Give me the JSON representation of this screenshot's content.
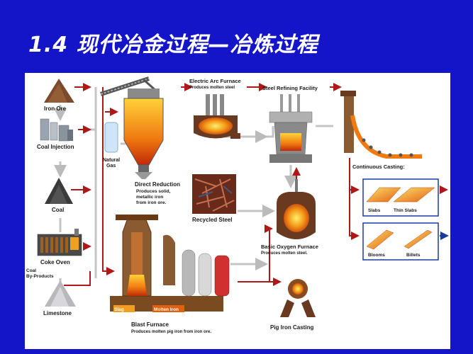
{
  "title": "1.4 现代冶金过程—冶炼过程",
  "labels": {
    "iron_ore": "Iron Ore",
    "coal_injection": "Coal Injection",
    "natural_gas_1": "Natural",
    "natural_gas_2": "Gas",
    "coal": "Coal",
    "coke_oven": "Coke Oven",
    "coal_byproducts_1": "Coal",
    "coal_byproducts_2": "By-Products",
    "limestone": "Limestone",
    "eaf_title": "Electric Arc Furnace",
    "eaf_sub": "Produces molten steel",
    "refining": "Steel Refining Facility",
    "direct_reduction": "Direct Reduction",
    "dr_sub_1": "Produces solid,",
    "dr_sub_2": "metallic iron",
    "dr_sub_3": "from iron ore.",
    "recycled_steel": "Recycled Steel",
    "bof_title": "Basic Oxygen Furnace",
    "bof_sub": "Produces molten steel.",
    "continuous_casting": "Continuous Casting:",
    "slabs": "Slabs",
    "thin_slabs": "Thin Slabs",
    "blooms": "Blooms",
    "billets": "Billets",
    "slag": "Slag",
    "molten_iron": "Molten Iron",
    "blast_furnace": "Blast Furnace",
    "bf_sub": "Produces molten pig iron from iron ore.",
    "pig_iron_casting": "Pig Iron Casting"
  }
}
